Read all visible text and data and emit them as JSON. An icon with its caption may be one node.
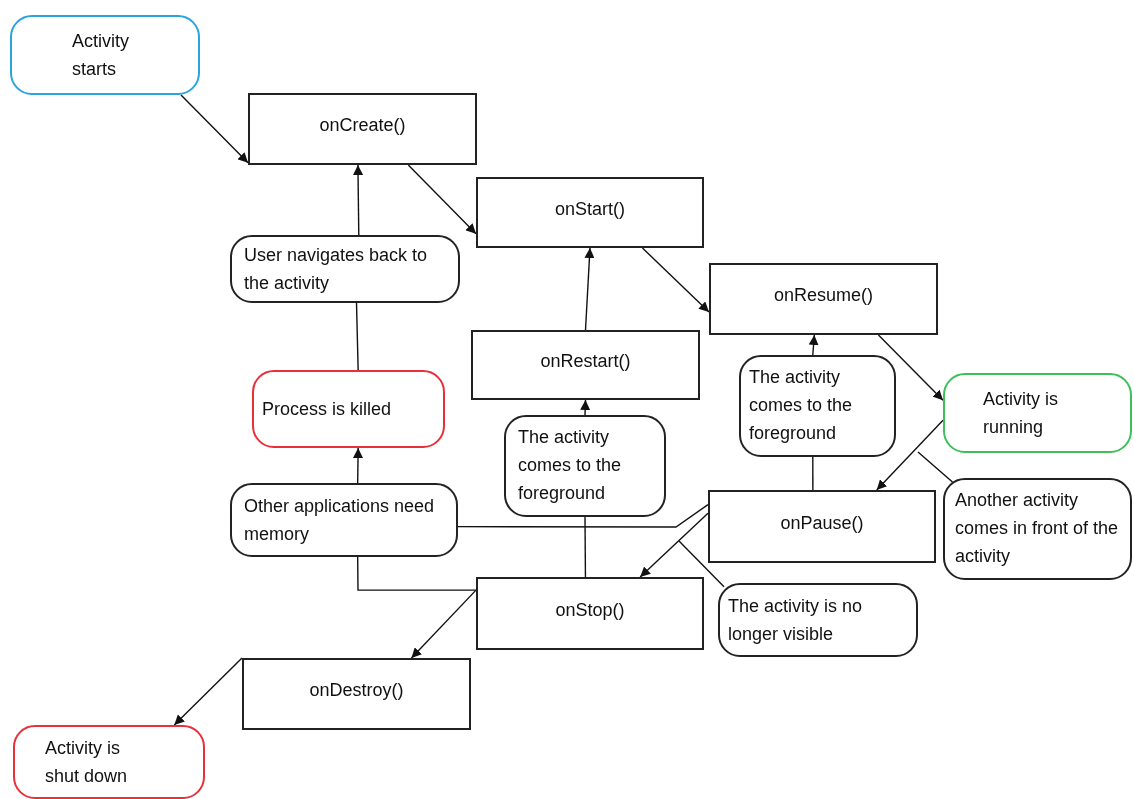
{
  "diagram": {
    "nodes": [
      {
        "text": [
          "Activity starts"
        ]
      },
      {
        "text": [
          "onCreate()"
        ]
      },
      {
        "text": [
          "onStart()"
        ]
      },
      {
        "text": [
          "onResume()"
        ]
      },
      {
        "text": [
          "Activity is running"
        ]
      },
      {
        "text": [
          "User navigates back to the activity"
        ]
      },
      {
        "text": [
          "Process is killed"
        ]
      },
      {
        "text": [
          "onRestart()"
        ]
      },
      {
        "text": [
          "The activity comes to the foreground"
        ]
      },
      {
        "text": [
          "The activity comes to the foreground"
        ]
      },
      {
        "text": [
          "Other applications need memory"
        ]
      },
      {
        "text": [
          "onPause()"
        ]
      },
      {
        "text": [
          "Another activity comes in front of the activity"
        ]
      },
      {
        "text": [
          "onStop()"
        ]
      },
      {
        "text": [
          "The activity is no longer visible"
        ]
      },
      {
        "text": [
          "onDestroy()"
        ]
      },
      {
        "text": [
          "Activity is shut down"
        ]
      }
    ],
    "edges": [
      {
        "from": 0,
        "to": 1,
        "arrow": "to"
      },
      {
        "from": 1,
        "to": 2,
        "arrow": "to"
      },
      {
        "from": 2,
        "to": 3,
        "arrow": "to"
      },
      {
        "from": 3,
        "to": 4,
        "arrow": "to"
      },
      {
        "from": 4,
        "to": 11,
        "arrow": "to"
      },
      {
        "from": 12,
        "to": null,
        "arrow": "none"
      },
      {
        "from": 11,
        "to": 9,
        "arrow": "none"
      },
      {
        "from": 9,
        "to": 3,
        "arrow": "to"
      },
      {
        "from": 11,
        "to": 13,
        "arrow": "to"
      },
      {
        "from": 14,
        "to": null,
        "arrow": "none"
      },
      {
        "from": 11,
        "to": 10,
        "arrow": "none"
      },
      {
        "from": 13,
        "to": 8,
        "arrow": "none"
      },
      {
        "from": 8,
        "to": 7,
        "arrow": "to"
      },
      {
        "from": 7,
        "to": 2,
        "arrow": "to"
      },
      {
        "from": 13,
        "to": 10,
        "arrow": "none"
      },
      {
        "from": 10,
        "to": 6,
        "arrow": "to"
      },
      {
        "from": 6,
        "to": 5,
        "arrow": "none"
      },
      {
        "from": 5,
        "to": 1,
        "arrow": "to"
      },
      {
        "from": 13,
        "to": 15,
        "arrow": "to"
      },
      {
        "from": 15,
        "to": 16,
        "arrow": "to"
      }
    ]
  }
}
